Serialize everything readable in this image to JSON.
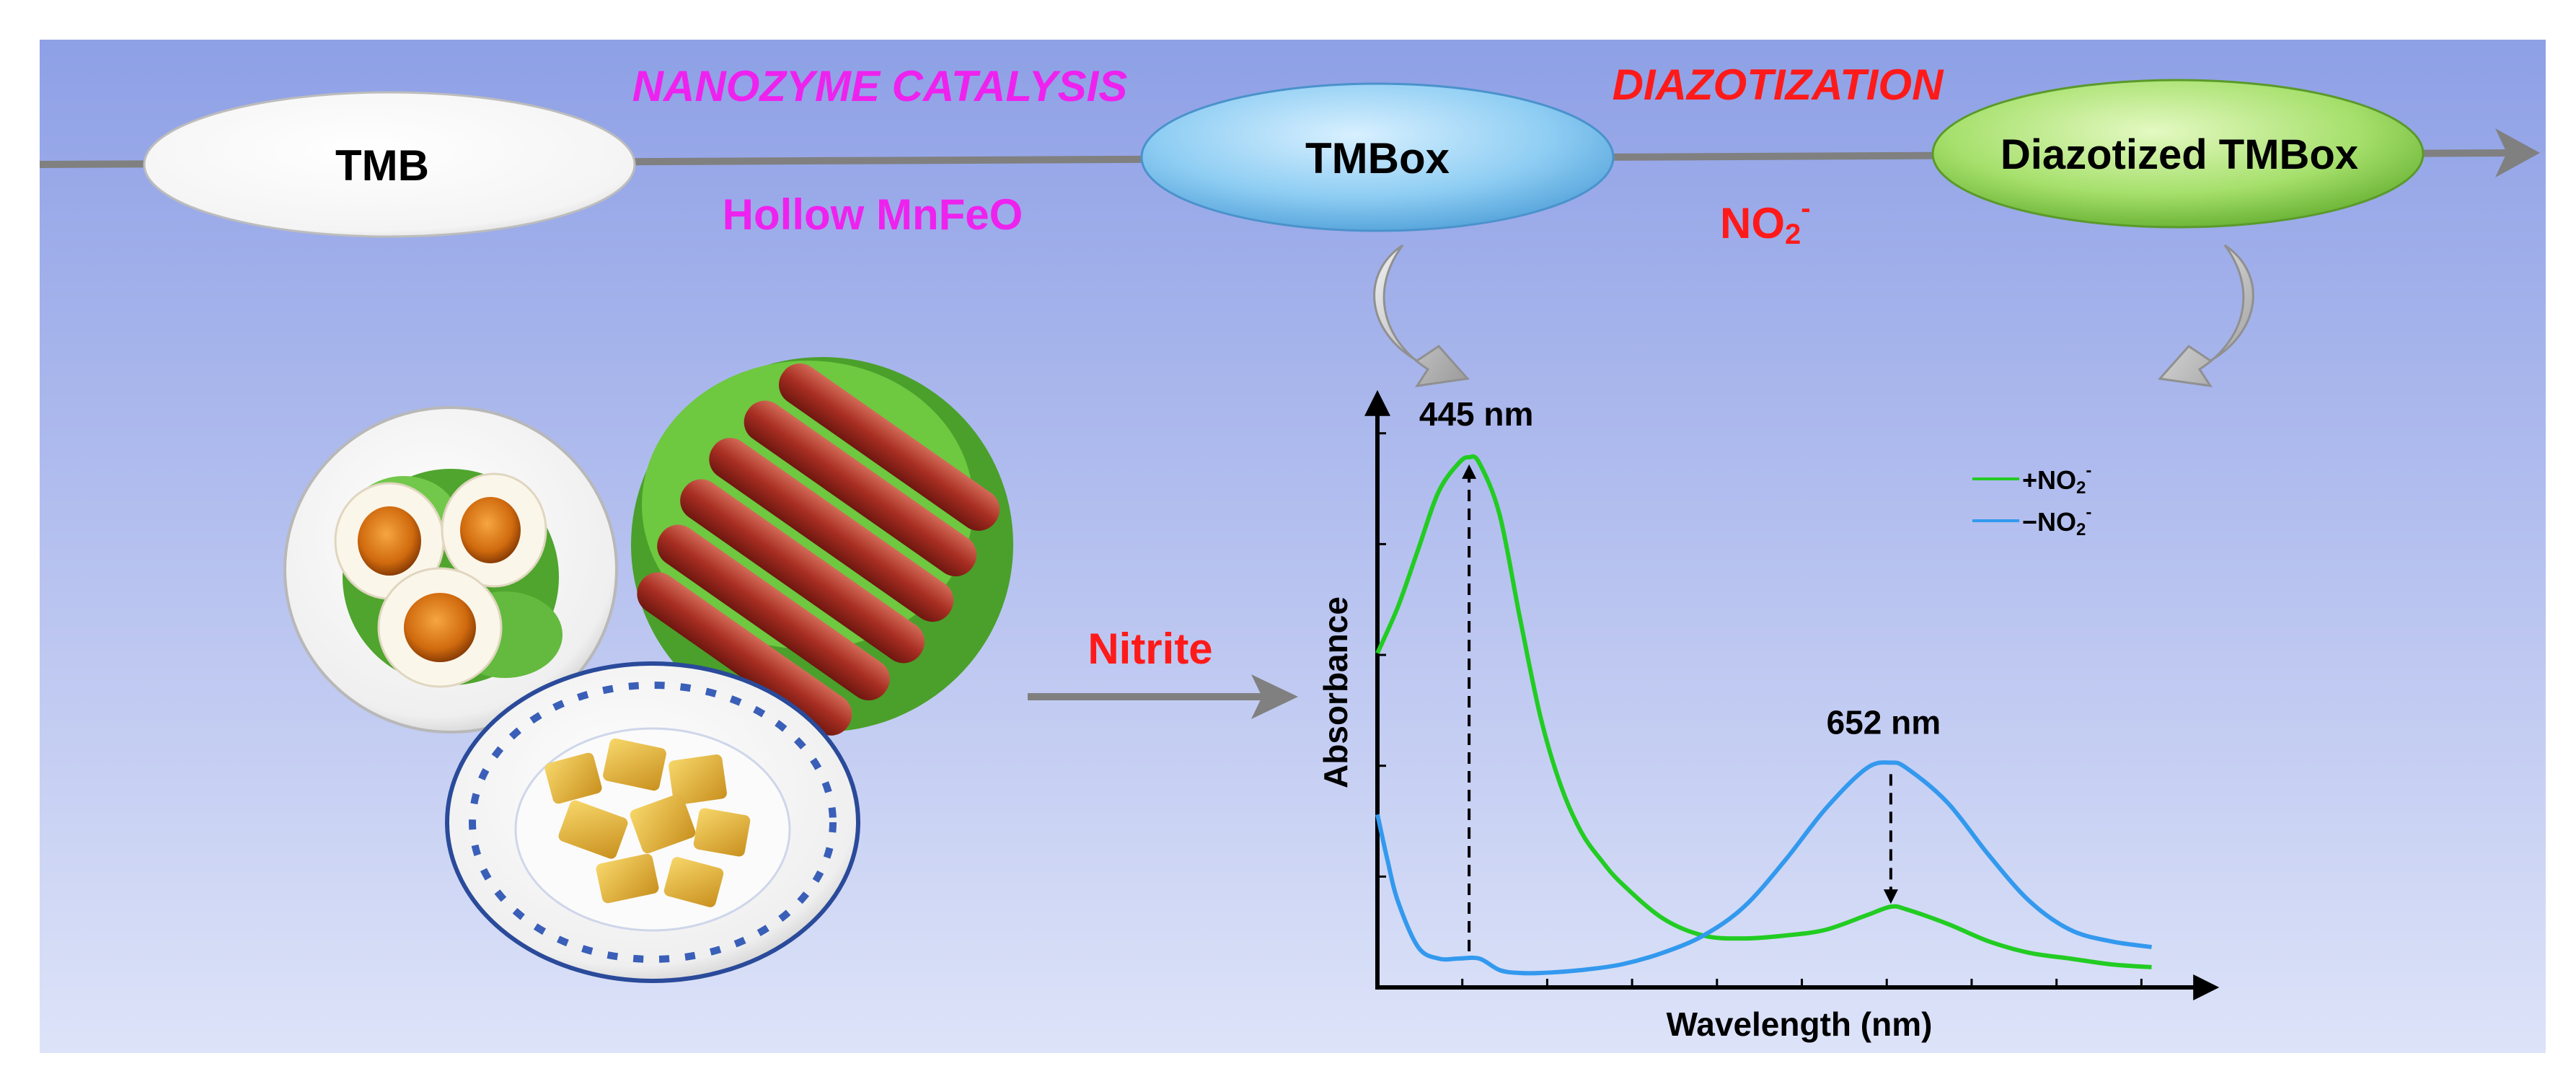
{
  "flow": {
    "step1_label": "TMB",
    "step2_label": "TMBox",
    "step3_label": "Diazotized TMBox",
    "process1_title": "NANOZYME CATALYSIS",
    "process1_catalyst": "Hollow MnFeO",
    "process2_title": "DIAZOTIZATION",
    "process2_reagent_base": "NO",
    "process2_reagent_sub": "2",
    "process2_reagent_sup": "-",
    "process1_title_color": "#ee22ee",
    "process2_title_color": "#ff1a1a"
  },
  "samples": {
    "icons": [
      "salted-egg-dish-icon",
      "sausage-platter-icon",
      "pickled-vegetable-bowl-icon"
    ],
    "arrow_label": "Nitrite",
    "arrow_label_color": "#ff1a1a"
  },
  "chart_data": {
    "type": "line",
    "xlabel": "Wavelength (nm)",
    "ylabel": "Absorbance",
    "xlim": [
      400,
      800
    ],
    "ylim": [
      0,
      1.0
    ],
    "ticks_labeled": false,
    "series": [
      {
        "name_base": "+NO",
        "name_sub": "2",
        "name_sup": "-",
        "color": "#22cc22",
        "x": [
          400,
          410,
          420,
          430,
          440,
          445,
          450,
          460,
          470,
          480,
          490,
          500,
          510,
          520,
          540,
          560,
          580,
          600,
          620,
          640,
          652,
          660,
          680,
          700,
          720,
          740,
          760,
          780
        ],
        "y": [
          0.58,
          0.66,
          0.76,
          0.86,
          0.91,
          0.92,
          0.91,
          0.82,
          0.64,
          0.47,
          0.35,
          0.27,
          0.22,
          0.18,
          0.12,
          0.09,
          0.085,
          0.09,
          0.1,
          0.125,
          0.14,
          0.135,
          0.11,
          0.08,
          0.06,
          0.05,
          0.04,
          0.035
        ]
      },
      {
        "name_base": "−NO",
        "name_sub": "2",
        "name_sup": "-",
        "color": "#3399ee",
        "x": [
          400,
          405,
          410,
          420,
          430,
          440,
          450,
          460,
          470,
          480,
          500,
          520,
          540,
          560,
          580,
          600,
          620,
          640,
          652,
          660,
          680,
          700,
          720,
          740,
          760,
          780
        ],
        "y": [
          0.3,
          0.22,
          0.15,
          0.07,
          0.05,
          0.05,
          0.05,
          0.03,
          0.025,
          0.025,
          0.03,
          0.04,
          0.06,
          0.09,
          0.14,
          0.22,
          0.31,
          0.38,
          0.39,
          0.38,
          0.32,
          0.23,
          0.15,
          0.1,
          0.08,
          0.07
        ]
      }
    ],
    "annotations": [
      {
        "text": "445 nm",
        "x": 445
      },
      {
        "text": "652 nm",
        "x": 652
      }
    ],
    "legend_position": "top-right",
    "grid": false
  }
}
